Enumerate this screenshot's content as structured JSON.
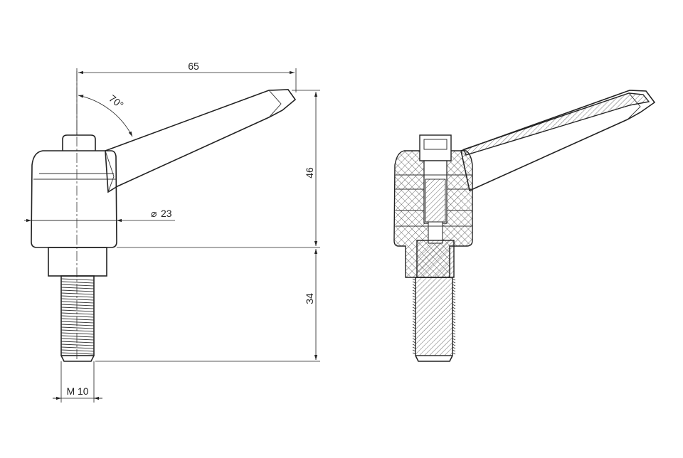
{
  "dimensions": {
    "width": "65",
    "angle": "70°",
    "diameter": "23",
    "diameter_symbol": "⌀",
    "height_head": "46",
    "height_thread": "34",
    "thread": "M 10"
  }
}
